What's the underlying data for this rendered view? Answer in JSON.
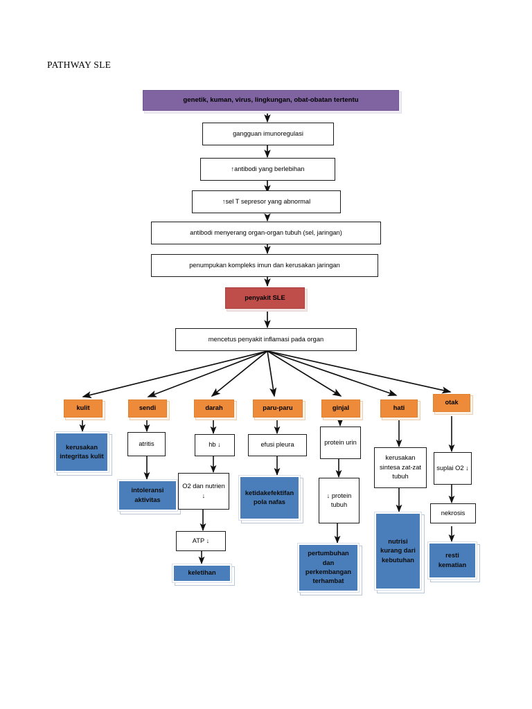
{
  "document": {
    "title": "PATHWAY SLE"
  },
  "palette": {
    "purple": "#8064A2",
    "red": "#BF4E4A",
    "orange": "#ED8B3A",
    "blue": "#4A7EBB",
    "outline": "#1A1A1A",
    "background": "#FFFFFF"
  },
  "flow": {
    "trigger": "genetik, kuman, virus, lingkungan, obat-obatan tertentu",
    "chain": [
      "gangguan imunoregulasi",
      "↑antibodi yang berlebihan",
      "↑sel T sepresor yang abnormal",
      "antibodi menyerang organ-organ tubuh (sel, jaringan)",
      "penumpukan kompleks imun dan kerusakan jaringan"
    ],
    "disease": "penyakit SLE",
    "inflammation": "mencetus penyakit inflamasi pada organ"
  },
  "organs": [
    {
      "name": "kulit"
    },
    {
      "name": "sendi"
    },
    {
      "name": "darah"
    },
    {
      "name": "paru-paru"
    },
    {
      "name": "ginjal"
    },
    {
      "name": "hati"
    },
    {
      "name": "otak"
    }
  ],
  "branches": {
    "kulit": [
      {
        "label": "kerusakan integritas kulit",
        "style": "blue"
      }
    ],
    "sendi": [
      {
        "label": "atritis",
        "style": "plain"
      },
      {
        "label": "intoleransi aktivitas",
        "style": "blue"
      }
    ],
    "darah": [
      {
        "label": "hb ↓",
        "style": "plain"
      },
      {
        "label": "O2 dan nutrien ↓",
        "style": "plain"
      },
      {
        "label": "ATP ↓",
        "style": "plain"
      },
      {
        "label": "keletihan",
        "style": "blue"
      }
    ],
    "paru_paru": [
      {
        "label": "efusi pleura",
        "style": "plain"
      },
      {
        "label": "ketidakefektifan pola nafas",
        "style": "blue"
      }
    ],
    "ginjal": [
      {
        "label": "protein urin",
        "style": "plain"
      },
      {
        "label": "↓ protein tubuh",
        "style": "plain"
      },
      {
        "label": "pertumbuhan dan perkembangan terhambat",
        "style": "blue"
      }
    ],
    "hati": [
      {
        "label": "kerusakan sintesa zat-zat tubuh",
        "style": "plain"
      },
      {
        "label": "nutrisi kurang dari kebutuhan",
        "style": "blue"
      }
    ],
    "otak": [
      {
        "label": "suplai O2 ↓",
        "style": "plain"
      },
      {
        "label": "nekrosis",
        "style": "plain"
      },
      {
        "label": "resti kematian",
        "style": "blue"
      }
    ]
  }
}
